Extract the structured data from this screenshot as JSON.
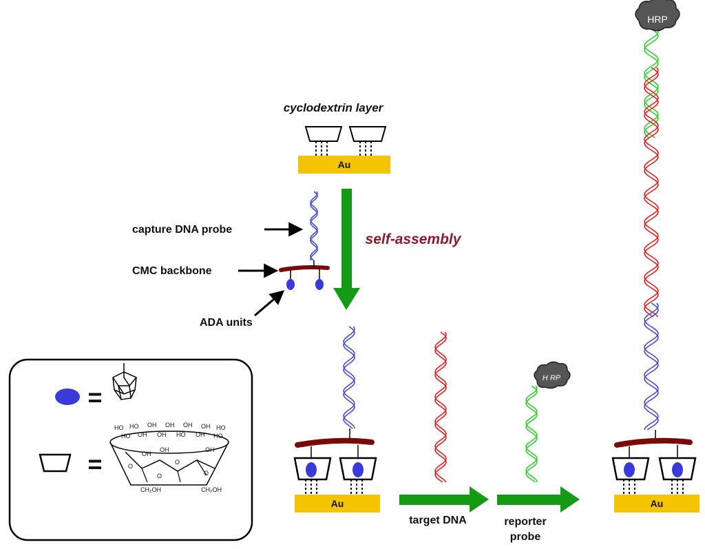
{
  "labels": {
    "cyclodextrin_layer": "cyclodextrin layer",
    "self_assembly": "self-assembly",
    "capture_probe": "capture DNA probe",
    "cmc_backbone": "CMC backbone",
    "ada_units": "ADA units",
    "target_dna": "target DNA",
    "reporter": "reporter",
    "probe": "probe",
    "equals_1": "=",
    "equals_2": "="
  },
  "electrodes": {
    "top": "Au",
    "middle": "Au",
    "final": "Au"
  },
  "enzyme": {
    "small": "H RP",
    "large": "HRP"
  },
  "chem_labels": {
    "oh": "OH",
    "ho": "HO",
    "ch2oh": "CH₂OH",
    "o": "O"
  },
  "colors": {
    "gold": "#F5C400",
    "capture_dna": "#4a4ad6",
    "target_dna": "#e02020",
    "reporter_dna": "#33cc33",
    "cmc_backbone": "#7a0a0a",
    "ada": "#3a3ad8",
    "arrow_green": "#149a14",
    "self_assembly_text": "#8b1c2c"
  }
}
